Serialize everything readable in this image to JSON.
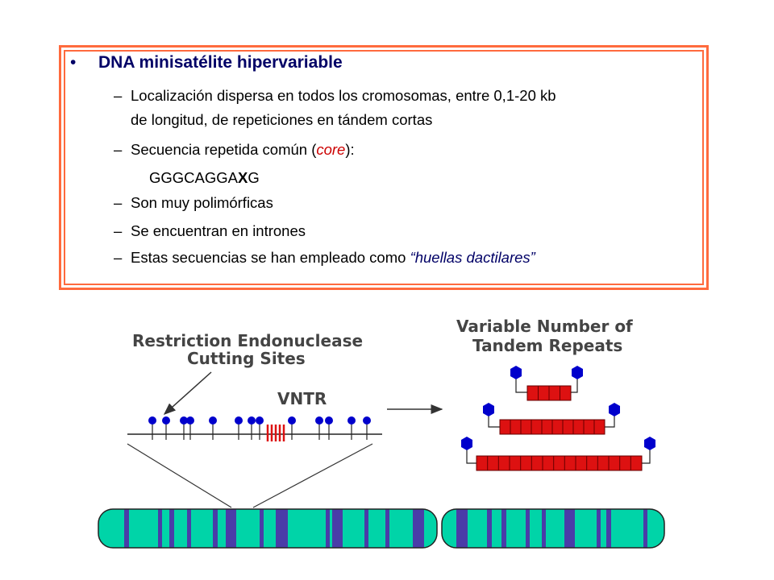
{
  "text": {
    "title": "DNA minisatélite hipervariable",
    "bullet": "•",
    "dash": "–",
    "line1a": "Localización dispersa en todos los cromosomas, entre 0,1-20 kb",
    "line1b": "de longitud, de repeticiones en tándem cortas",
    "line2_pre": "Secuencia repetida común (",
    "line2_core": "core",
    "line2_post": "):",
    "seq_a": "GGGCAGGA",
    "seq_x": "X",
    "seq_b": "G",
    "line3": "Son muy polimórficas",
    "line4": "Se encuentran en intrones",
    "line5_pre": "Estas secuencias se han empleado como ",
    "line5_it": "“huellas dactilares”"
  },
  "diagram": {
    "label_restriction_1": "Restriction Endonuclease",
    "label_restriction_2": "Cutting Sites",
    "label_vntr": "VNTR",
    "label_variable_1": "Variable Number of",
    "label_variable_2": "Tandem Repeats"
  },
  "colors": {
    "border": "#ff6a3d",
    "title": "#000066",
    "core": "#cc0000",
    "pin": "#0000cc",
    "repeat": "#dd1111",
    "chromosome": "#00d4a8",
    "band": "#4a3ca8"
  },
  "icons": {
    "cut_site": "blue-pin-icon",
    "repeat_unit": "red-square-icon"
  }
}
